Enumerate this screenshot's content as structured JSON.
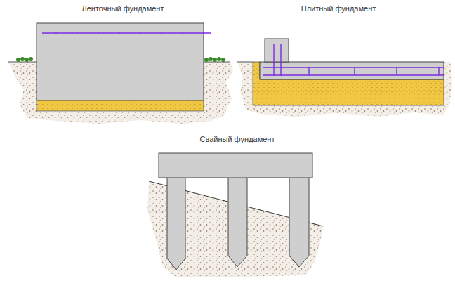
{
  "diagram": {
    "labels": [
      "Ленточный фундамент",
      "Плитный фундамент",
      "Свайный фундамент"
    ]
  }
}
